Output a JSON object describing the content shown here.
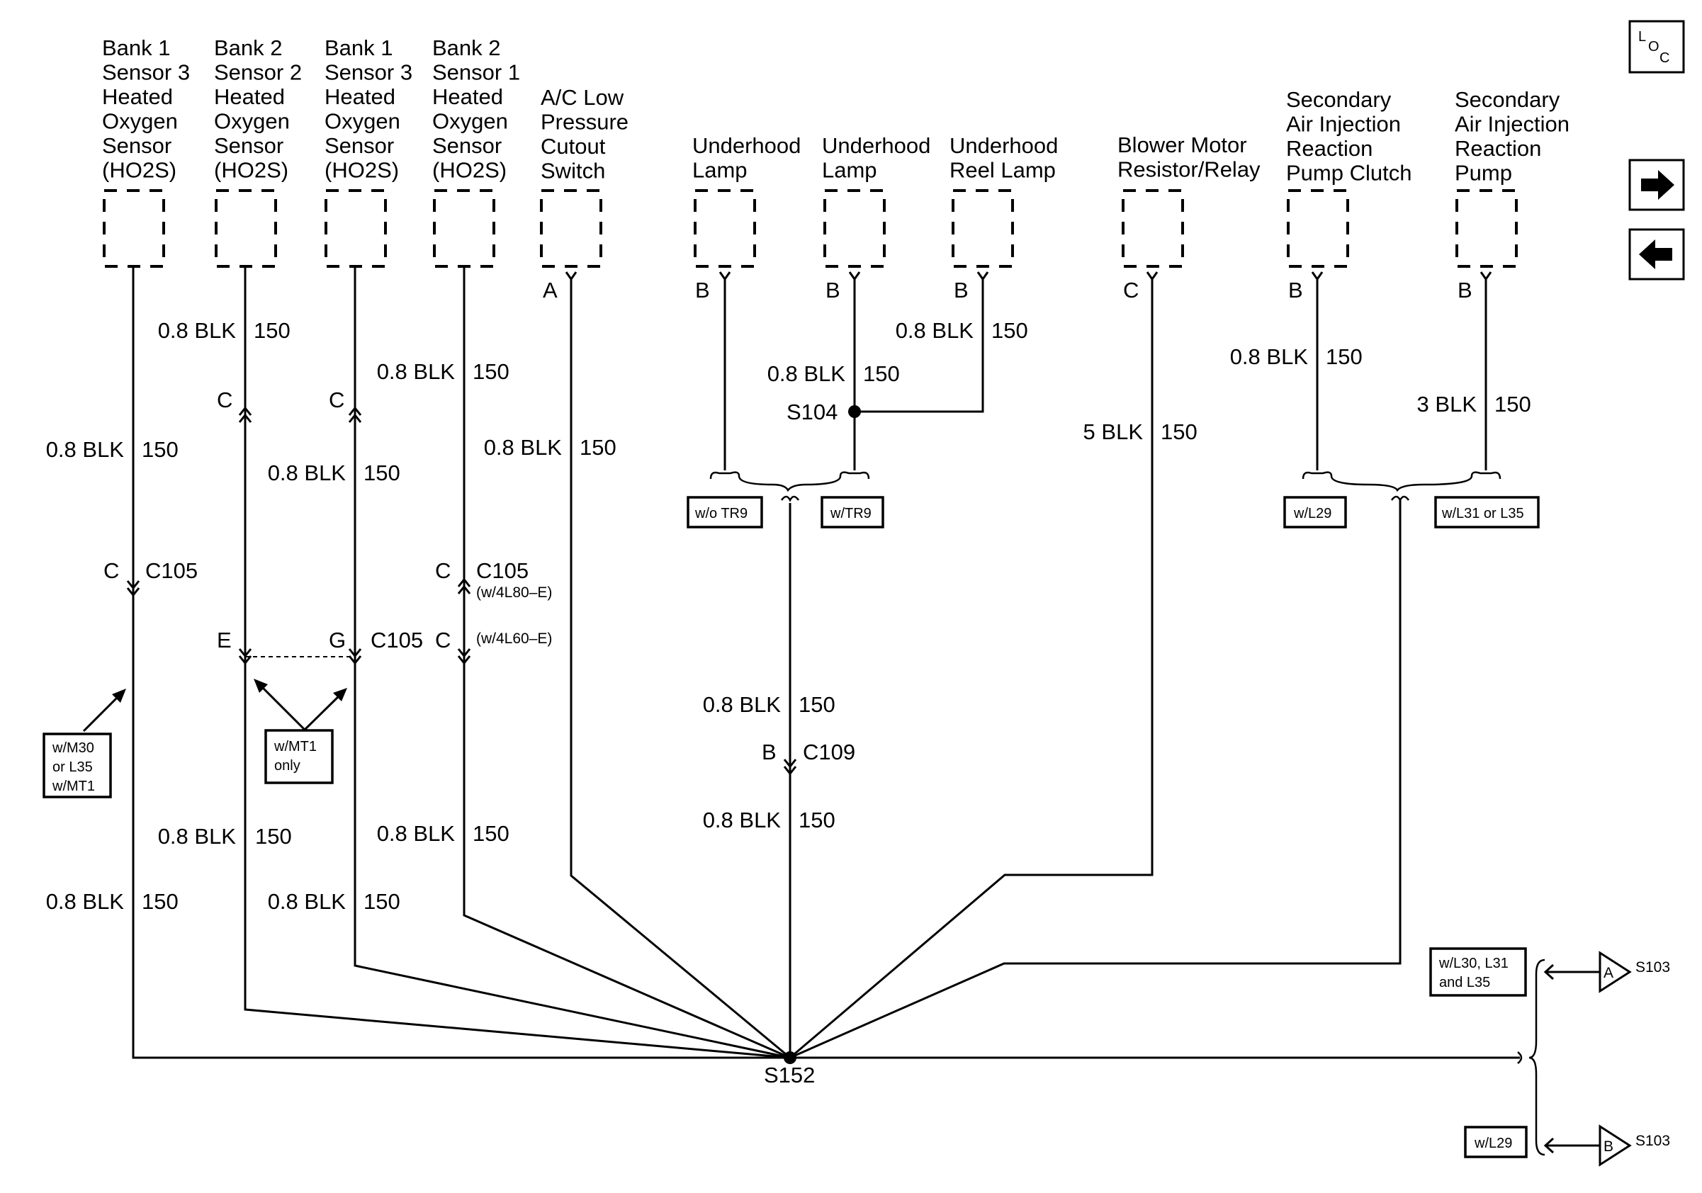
{
  "components": {
    "b1s3_left": [
      "Bank 1",
      "Sensor 3",
      "Heated",
      "Oxygen",
      "Sensor",
      "(HO2S)"
    ],
    "b2s2": [
      "Bank 2",
      "Sensor 2",
      "Heated",
      "Oxygen",
      "Sensor",
      "(HO2S)"
    ],
    "b1s3_right": [
      "Bank 1",
      "Sensor 3",
      "Heated",
      "Oxygen",
      "Sensor",
      "(HO2S)"
    ],
    "b2s1": [
      "Bank 2",
      "Sensor 1",
      "Heated",
      "Oxygen",
      "Sensor",
      "(HO2S)"
    ],
    "ac_switch": [
      "A/C Low",
      "Pressure",
      "Cutout",
      "Switch"
    ],
    "underhood_lamp_1": [
      "Underhood",
      "Lamp"
    ],
    "underhood_lamp_2": [
      "Underhood",
      "Lamp"
    ],
    "reel_lamp": [
      "Underhood",
      "Reel Lamp"
    ],
    "blower": [
      "Blower Motor",
      "Resistor/Relay"
    ],
    "air_clutch": [
      "Secondary",
      "Air Injection",
      "Reaction",
      "Pump Clutch"
    ],
    "air_pump": [
      "Secondary",
      "Air Injection",
      "Reaction",
      "Pump"
    ]
  },
  "pins": {
    "ac": "A",
    "uh1": "B",
    "uh2": "B",
    "reel": "B",
    "blower": "C",
    "clutch": "B",
    "pump": "B"
  },
  "wires": {
    "w1_upper": "0.8 BLK",
    "w1_upper_c": "150",
    "w1_lower": "0.8 BLK",
    "w1_lower_c": "150",
    "w2_upper": "0.8 BLK",
    "w2_upper_c": "150",
    "w2_lower": "0.8 BLK",
    "w2_lower_c": "150",
    "w3_mid": "0.8 BLK",
    "w3_mid_c": "150",
    "w3_lower": "0.8 BLK",
    "w3_lower_c": "150",
    "w4_upper": "0.8 BLK",
    "w4_upper_c": "150",
    "w4_lower": "0.8 BLK",
    "w4_lower_c": "150",
    "ac": "0.8 BLK",
    "ac_c": "150",
    "uh2": "0.8 BLK",
    "uh2_c": "150",
    "reel": "0.8 BLK",
    "reel_c": "150",
    "trunk_upper": "0.8 BLK",
    "trunk_upper_c": "150",
    "trunk_lower": "0.8 BLK",
    "trunk_lower_c": "150",
    "blower": "5 BLK",
    "blower_c": "150",
    "clutch": "0.8 BLK",
    "clutch_c": "150",
    "pump": "3 BLK",
    "pump_c": "150"
  },
  "connectors": {
    "c105_w1_pin": "C",
    "c105_w1": "C105",
    "c105_w2_pin": "C",
    "c105_w3_pin": "C",
    "c105_w4_pin": "C",
    "c105_w4": "C105",
    "c105_w4_note": "(w/4L80–E)",
    "c105_e_pin": "E",
    "c105_g_pin": "G",
    "c105_g": "C105",
    "c105_w4b_pin": "C",
    "c105_w4b_note": "(w/4L60–E)",
    "c109_pin": "B",
    "c109": "C109"
  },
  "splices": {
    "s104": "S104",
    "s152": "S152",
    "s103_a": "S103",
    "s103_b": "S103"
  },
  "option_boxes": {
    "wo_tr9": "w/o TR9",
    "w_tr9": "w/TR9",
    "w_l29_top": "w/L29",
    "w_l31_l35": "w/L31 or L35",
    "w_m30": [
      "w/M30",
      "or L35",
      "w/MT1"
    ],
    "w_mt1": [
      "w/MT1",
      "only"
    ],
    "w_l30": [
      "w/L30, L31",
      "and L35"
    ],
    "w_l29_bottom": "w/L29"
  },
  "references": {
    "a": "A",
    "b": "B"
  },
  "loc_button": {
    "l": "L",
    "o": "O",
    "c": "C"
  },
  "icons": {
    "next": "arrow-right-icon",
    "prev": "arrow-left-icon"
  }
}
